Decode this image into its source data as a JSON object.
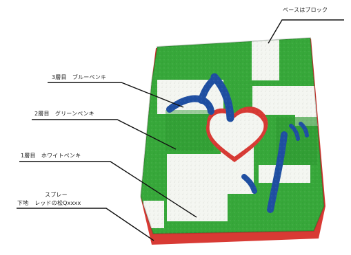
{
  "annotations": {
    "base_block": "ベースはブロック",
    "layer3": "3層目　ブルーペンキ",
    "layer2": "2層目　グリーンペンキ",
    "layer1": "1層目　ホワイトペンキ",
    "spray": "スプレー",
    "undercoat_label": "下地",
    "undercoat_detail": "レッドの松Qxxxx"
  },
  "colors": {
    "white_paint": "#f4f6f1",
    "green_paint": "#37a83a",
    "blue_paint": "#1f4fa2",
    "red_paint": "#d83a34",
    "leader_line": "#111111"
  }
}
